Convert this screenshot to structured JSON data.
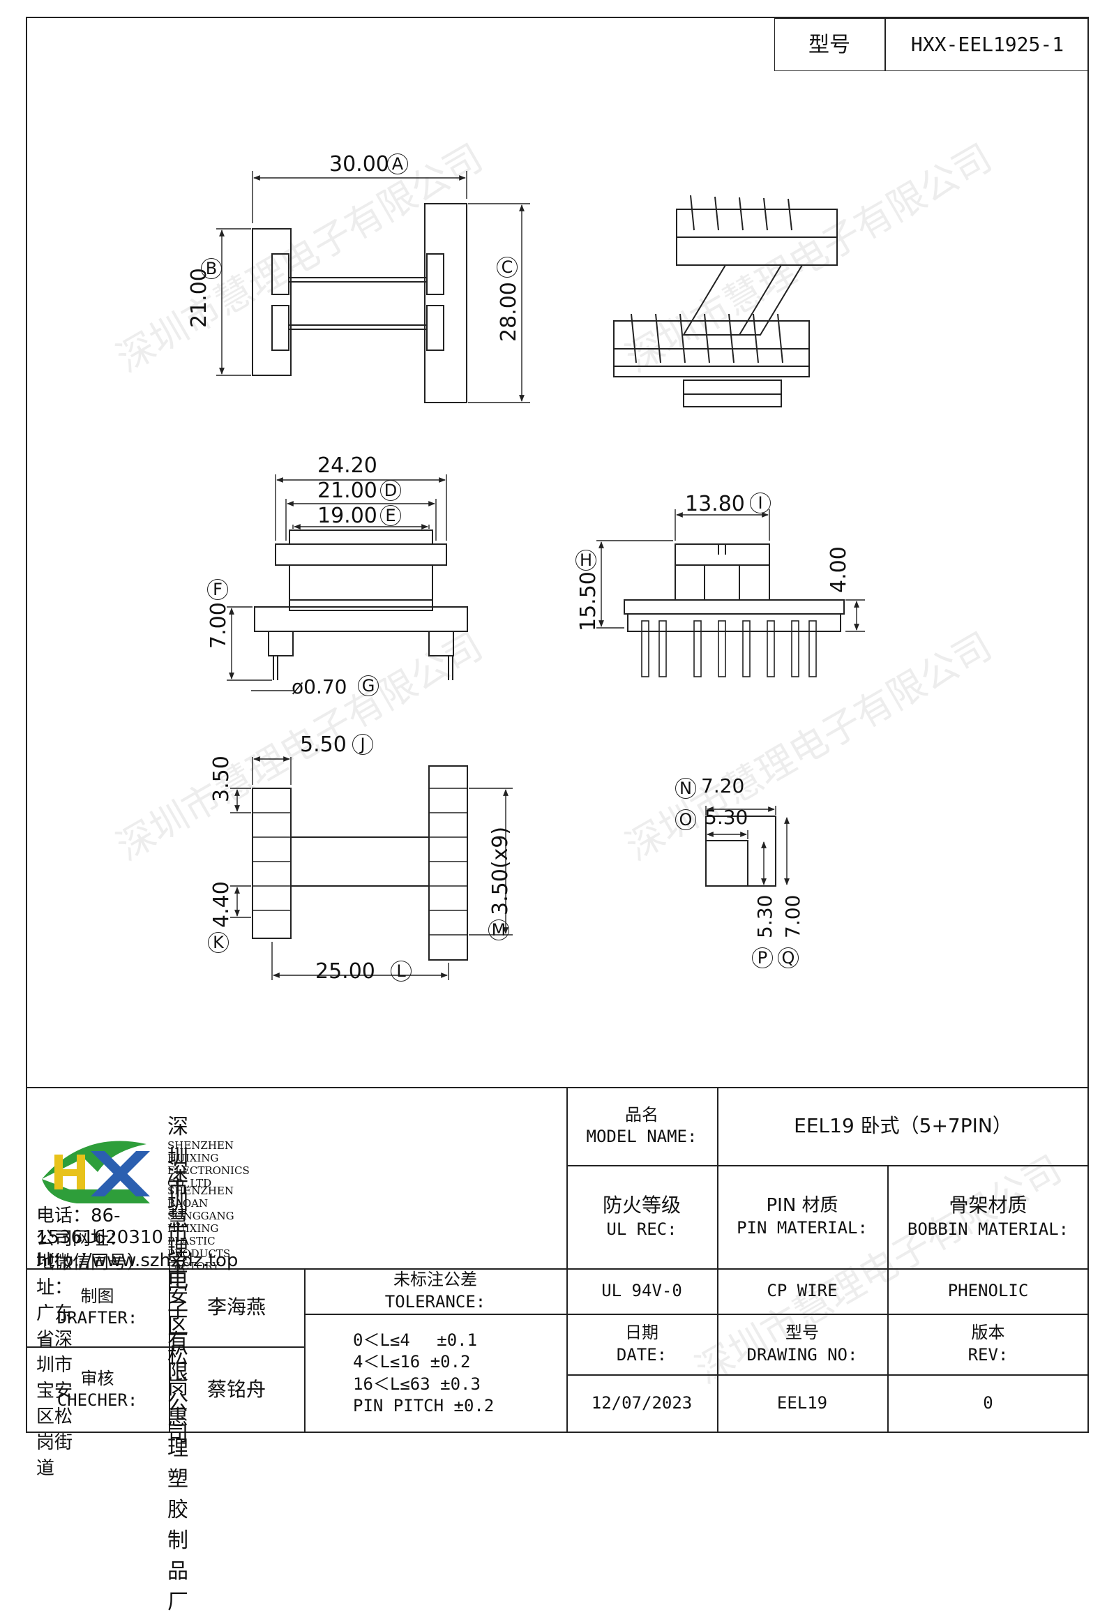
{
  "header": {
    "model_label": "型号",
    "model_value": "HXX-EEL1925-1"
  },
  "dimensions": {
    "A": {
      "label": "A",
      "value": "30.00"
    },
    "B": {
      "label": "B",
      "value": "21.00"
    },
    "C": {
      "label": "C",
      "value": "28.00"
    },
    "overall_width": {
      "value": "24.20"
    },
    "D": {
      "label": "D",
      "value": "21.00"
    },
    "E": {
      "label": "E",
      "value": "19.00"
    },
    "F": {
      "label": "F",
      "value": "7.00"
    },
    "G": {
      "label": "G",
      "value": "ø0.70"
    },
    "H": {
      "label": "H",
      "value": "15.50"
    },
    "I": {
      "label": "I",
      "value": "13.80"
    },
    "pin_height": {
      "value": "4.00"
    },
    "J": {
      "label": "J",
      "value": "5.50"
    },
    "pin_offset": {
      "value": "3.50"
    },
    "K": {
      "label": "K",
      "value": "4.40"
    },
    "L": {
      "label": "L",
      "value": "25.00"
    },
    "M": {
      "label": "M",
      "value": "3.50(x9)"
    },
    "N": {
      "label": "N",
      "value": "7.20"
    },
    "O": {
      "label": "O",
      "value": "5.30"
    },
    "P": {
      "label": "P",
      "value": "5.30"
    },
    "Q": {
      "label": "Q",
      "value": "7.00"
    }
  },
  "company": {
    "name_cn": "深圳市慧理电子有限公司",
    "name_en": "SHENZHEN HUIXING ELECTRONICS CO.,LTD",
    "factory_cn": "深圳市宝安区松岗惠理塑胶制品厂",
    "factory_en": "SHENZHEN BAOAN SONGGANG HUIXING PLASTIC PRODUCTS FACTORY",
    "phone": "电话：86-15361620310（微信同号）",
    "website": "公司网址：http://www.szhxdz.top",
    "address": "地址：广东省深圳市宝安区松岗街道",
    "logo_text": "HX",
    "watermark": "深圳市慧理电子有限公司"
  },
  "title_block": {
    "model_name_label_cn": "品名",
    "model_name_label_en": "MODEL NAME:",
    "model_name_value": "EEL19 卧式（5+7PIN）",
    "ul_label_cn": "防火等级",
    "ul_label_en": "UL REC:",
    "pin_mat_label_cn": "PIN 材质",
    "pin_mat_label_en": "PIN MATERIAL:",
    "bobbin_mat_label_cn": "骨架材质",
    "bobbin_mat_label_en": "BOBBIN MATERIAL:",
    "ul_value": "UL 94V-0",
    "pin_mat_value": "CP WIRE",
    "bobbin_mat_value": "PHENOLIC",
    "drafter_label_cn": "制图",
    "drafter_label_en": "DRAFTER:",
    "drafter_value": "李海燕",
    "checker_label_cn": "审核",
    "checker_label_en": "CHECHER:",
    "checker_value": "蔡铭舟",
    "tolerance_label_cn": "未标注公差",
    "tolerance_label_en": "TOLERANCE:",
    "tolerance_rows": [
      "0＜L≤4　 ±0.1",
      "4＜L≤16  ±0.2",
      "16＜L≤63 ±0.3",
      "PIN PITCH ±0.2"
    ],
    "date_label_cn": "日期",
    "date_label_en": "DATE:",
    "date_value": "12/07/2023",
    "drawing_no_label_cn": "型号",
    "drawing_no_label_en": "DRAWING NO:",
    "drawing_no_value": "EEL19",
    "rev_label_cn": "版本",
    "rev_label_en": "REV:",
    "rev_value": "0"
  },
  "colors": {
    "logo_green": "#2e9e3a",
    "logo_yellow": "#e8c21a",
    "logo_blue": "#2b5fb0",
    "line": "#222222"
  }
}
